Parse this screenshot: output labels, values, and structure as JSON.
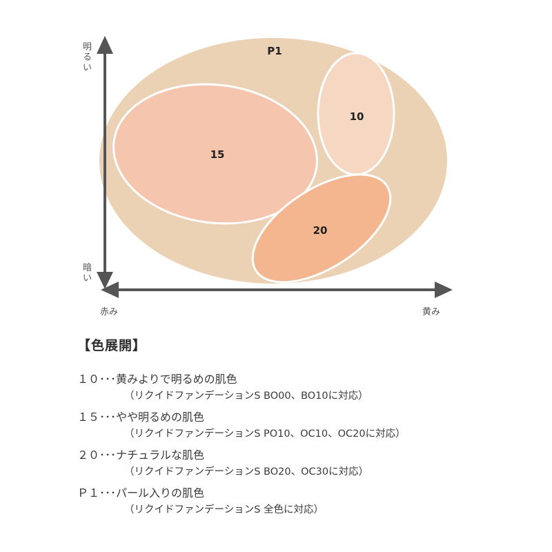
{
  "diagram": {
    "axis_top_label": "明るい",
    "axis_bottom_label": "暗い",
    "axis_left_label": "赤み",
    "axis_right_label": "黄み",
    "regions": [
      {
        "label": "P1",
        "color": "#ebd2b4"
      },
      {
        "label": "15",
        "color": "#f5c5ad"
      },
      {
        "label": "10",
        "color": "#f6d7c1"
      },
      {
        "label": "20",
        "color": "#f4b68f"
      }
    ],
    "axis_color": "#555555"
  },
  "legend": {
    "title": "【色展開】",
    "entries": [
      {
        "main": "１０･･･黄みよりで明るめの肌色",
        "sub": "（リクイドファンデーションS BO00、BO10に対応）"
      },
      {
        "main": "１５･･･やや明るめの肌色",
        "sub": "（リクイドファンデーションS PO10、OC10、OC20に対応）"
      },
      {
        "main": "２０･･･ナチュラルな肌色",
        "sub": "（リクイドファンデーションS BO20、OC30に対応）"
      },
      {
        "main": "Ｐ１･･･パール入りの肌色",
        "sub": "（リクイドファンデーションS 全色に対応）"
      }
    ]
  }
}
